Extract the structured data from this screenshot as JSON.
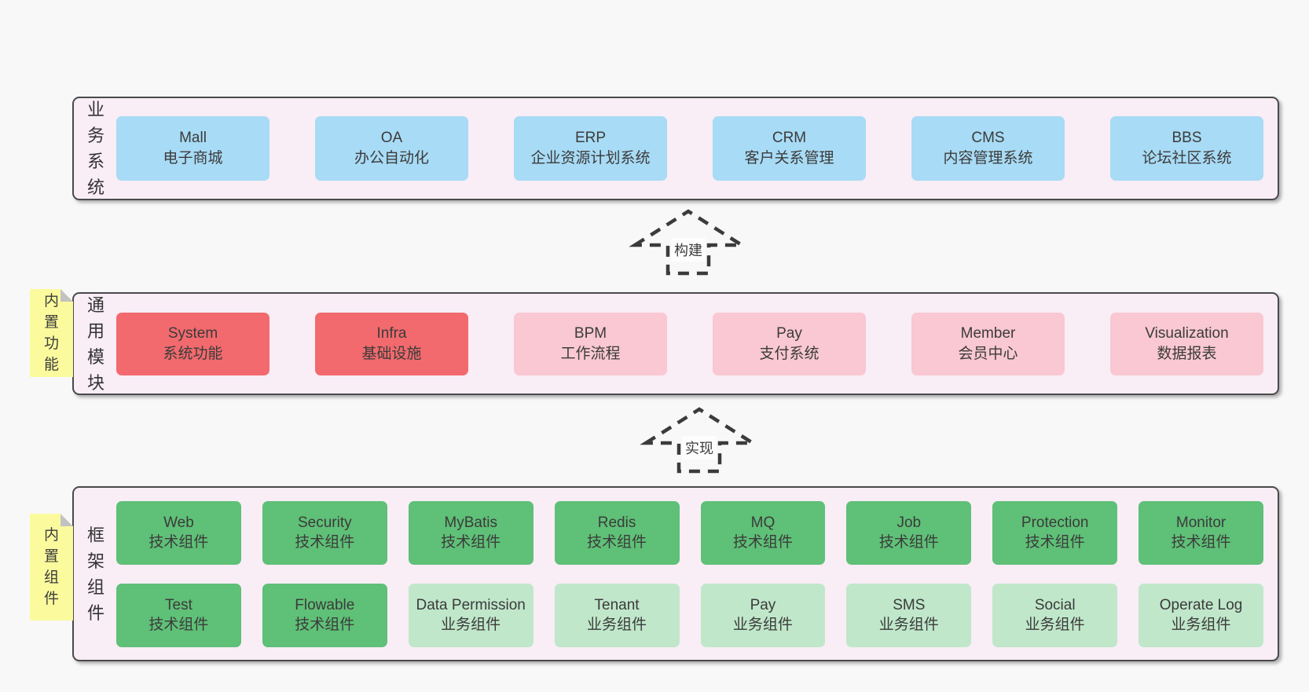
{
  "palette": {
    "page_bg": "#f8f8f8",
    "panel_fill": "#f9edf6",
    "panel_border": "#4a4a4a",
    "blue_box": "#a8dbf5",
    "red_box": "#f26a6d",
    "pink_box": "#f9c8d2",
    "green_dark_box": "#5fc077",
    "green_light_box": "#c0e7ca",
    "sticky_yellow": "#fbfb9e",
    "text": "#3b3b3b"
  },
  "arrows": [
    {
      "label": "构建"
    },
    {
      "label": "实现"
    }
  ],
  "sections": {
    "business": {
      "label": "业务系统",
      "items": [
        {
          "title": "Mall",
          "subtitle": "电子商城",
          "variant": "blue"
        },
        {
          "title": "OA",
          "subtitle": "办公自动化",
          "variant": "blue"
        },
        {
          "title": "ERP",
          "subtitle": "企业资源计划系统",
          "variant": "blue"
        },
        {
          "title": "CRM",
          "subtitle": "客户关系管理",
          "variant": "blue"
        },
        {
          "title": "CMS",
          "subtitle": "内容管理系统",
          "variant": "blue"
        },
        {
          "title": "BBS",
          "subtitle": "论坛社区系统",
          "variant": "blue"
        }
      ]
    },
    "modules": {
      "label": "通用模块",
      "sticky": "内置功能",
      "items": [
        {
          "title": "System",
          "subtitle": "系统功能",
          "variant": "red"
        },
        {
          "title": "Infra",
          "subtitle": "基础设施",
          "variant": "red"
        },
        {
          "title": "BPM",
          "subtitle": "工作流程",
          "variant": "pink"
        },
        {
          "title": "Pay",
          "subtitle": "支付系统",
          "variant": "pink"
        },
        {
          "title": "Member",
          "subtitle": "会员中心",
          "variant": "pink"
        },
        {
          "title": "Visualization",
          "subtitle": "数据报表",
          "variant": "pink"
        }
      ]
    },
    "components": {
      "label": "框架组件",
      "sticky": "内置组件",
      "row1": [
        {
          "title": "Web",
          "subtitle": "技术组件",
          "variant": "green-dark"
        },
        {
          "title": "Security",
          "subtitle": "技术组件",
          "variant": "green-dark"
        },
        {
          "title": "MyBatis",
          "subtitle": "技术组件",
          "variant": "green-dark"
        },
        {
          "title": "Redis",
          "subtitle": "技术组件",
          "variant": "green-dark"
        },
        {
          "title": "MQ",
          "subtitle": "技术组件",
          "variant": "green-dark"
        },
        {
          "title": "Job",
          "subtitle": "技术组件",
          "variant": "green-dark"
        },
        {
          "title": "Protection",
          "subtitle": "技术组件",
          "variant": "green-dark"
        },
        {
          "title": "Monitor",
          "subtitle": "技术组件",
          "variant": "green-dark"
        }
      ],
      "row2": [
        {
          "title": "Test",
          "subtitle": "技术组件",
          "variant": "green-dark"
        },
        {
          "title": "Flowable",
          "subtitle": "技术组件",
          "variant": "green-dark"
        },
        {
          "title": "Data Permission",
          "subtitle": "业务组件",
          "variant": "green-light"
        },
        {
          "title": "Tenant",
          "subtitle": "业务组件",
          "variant": "green-light"
        },
        {
          "title": "Pay",
          "subtitle": "业务组件",
          "variant": "green-light"
        },
        {
          "title": "SMS",
          "subtitle": "业务组件",
          "variant": "green-light"
        },
        {
          "title": "Social",
          "subtitle": "业务组件",
          "variant": "green-light"
        },
        {
          "title": "Operate Log",
          "subtitle": "业务组件",
          "variant": "green-light"
        }
      ]
    }
  }
}
